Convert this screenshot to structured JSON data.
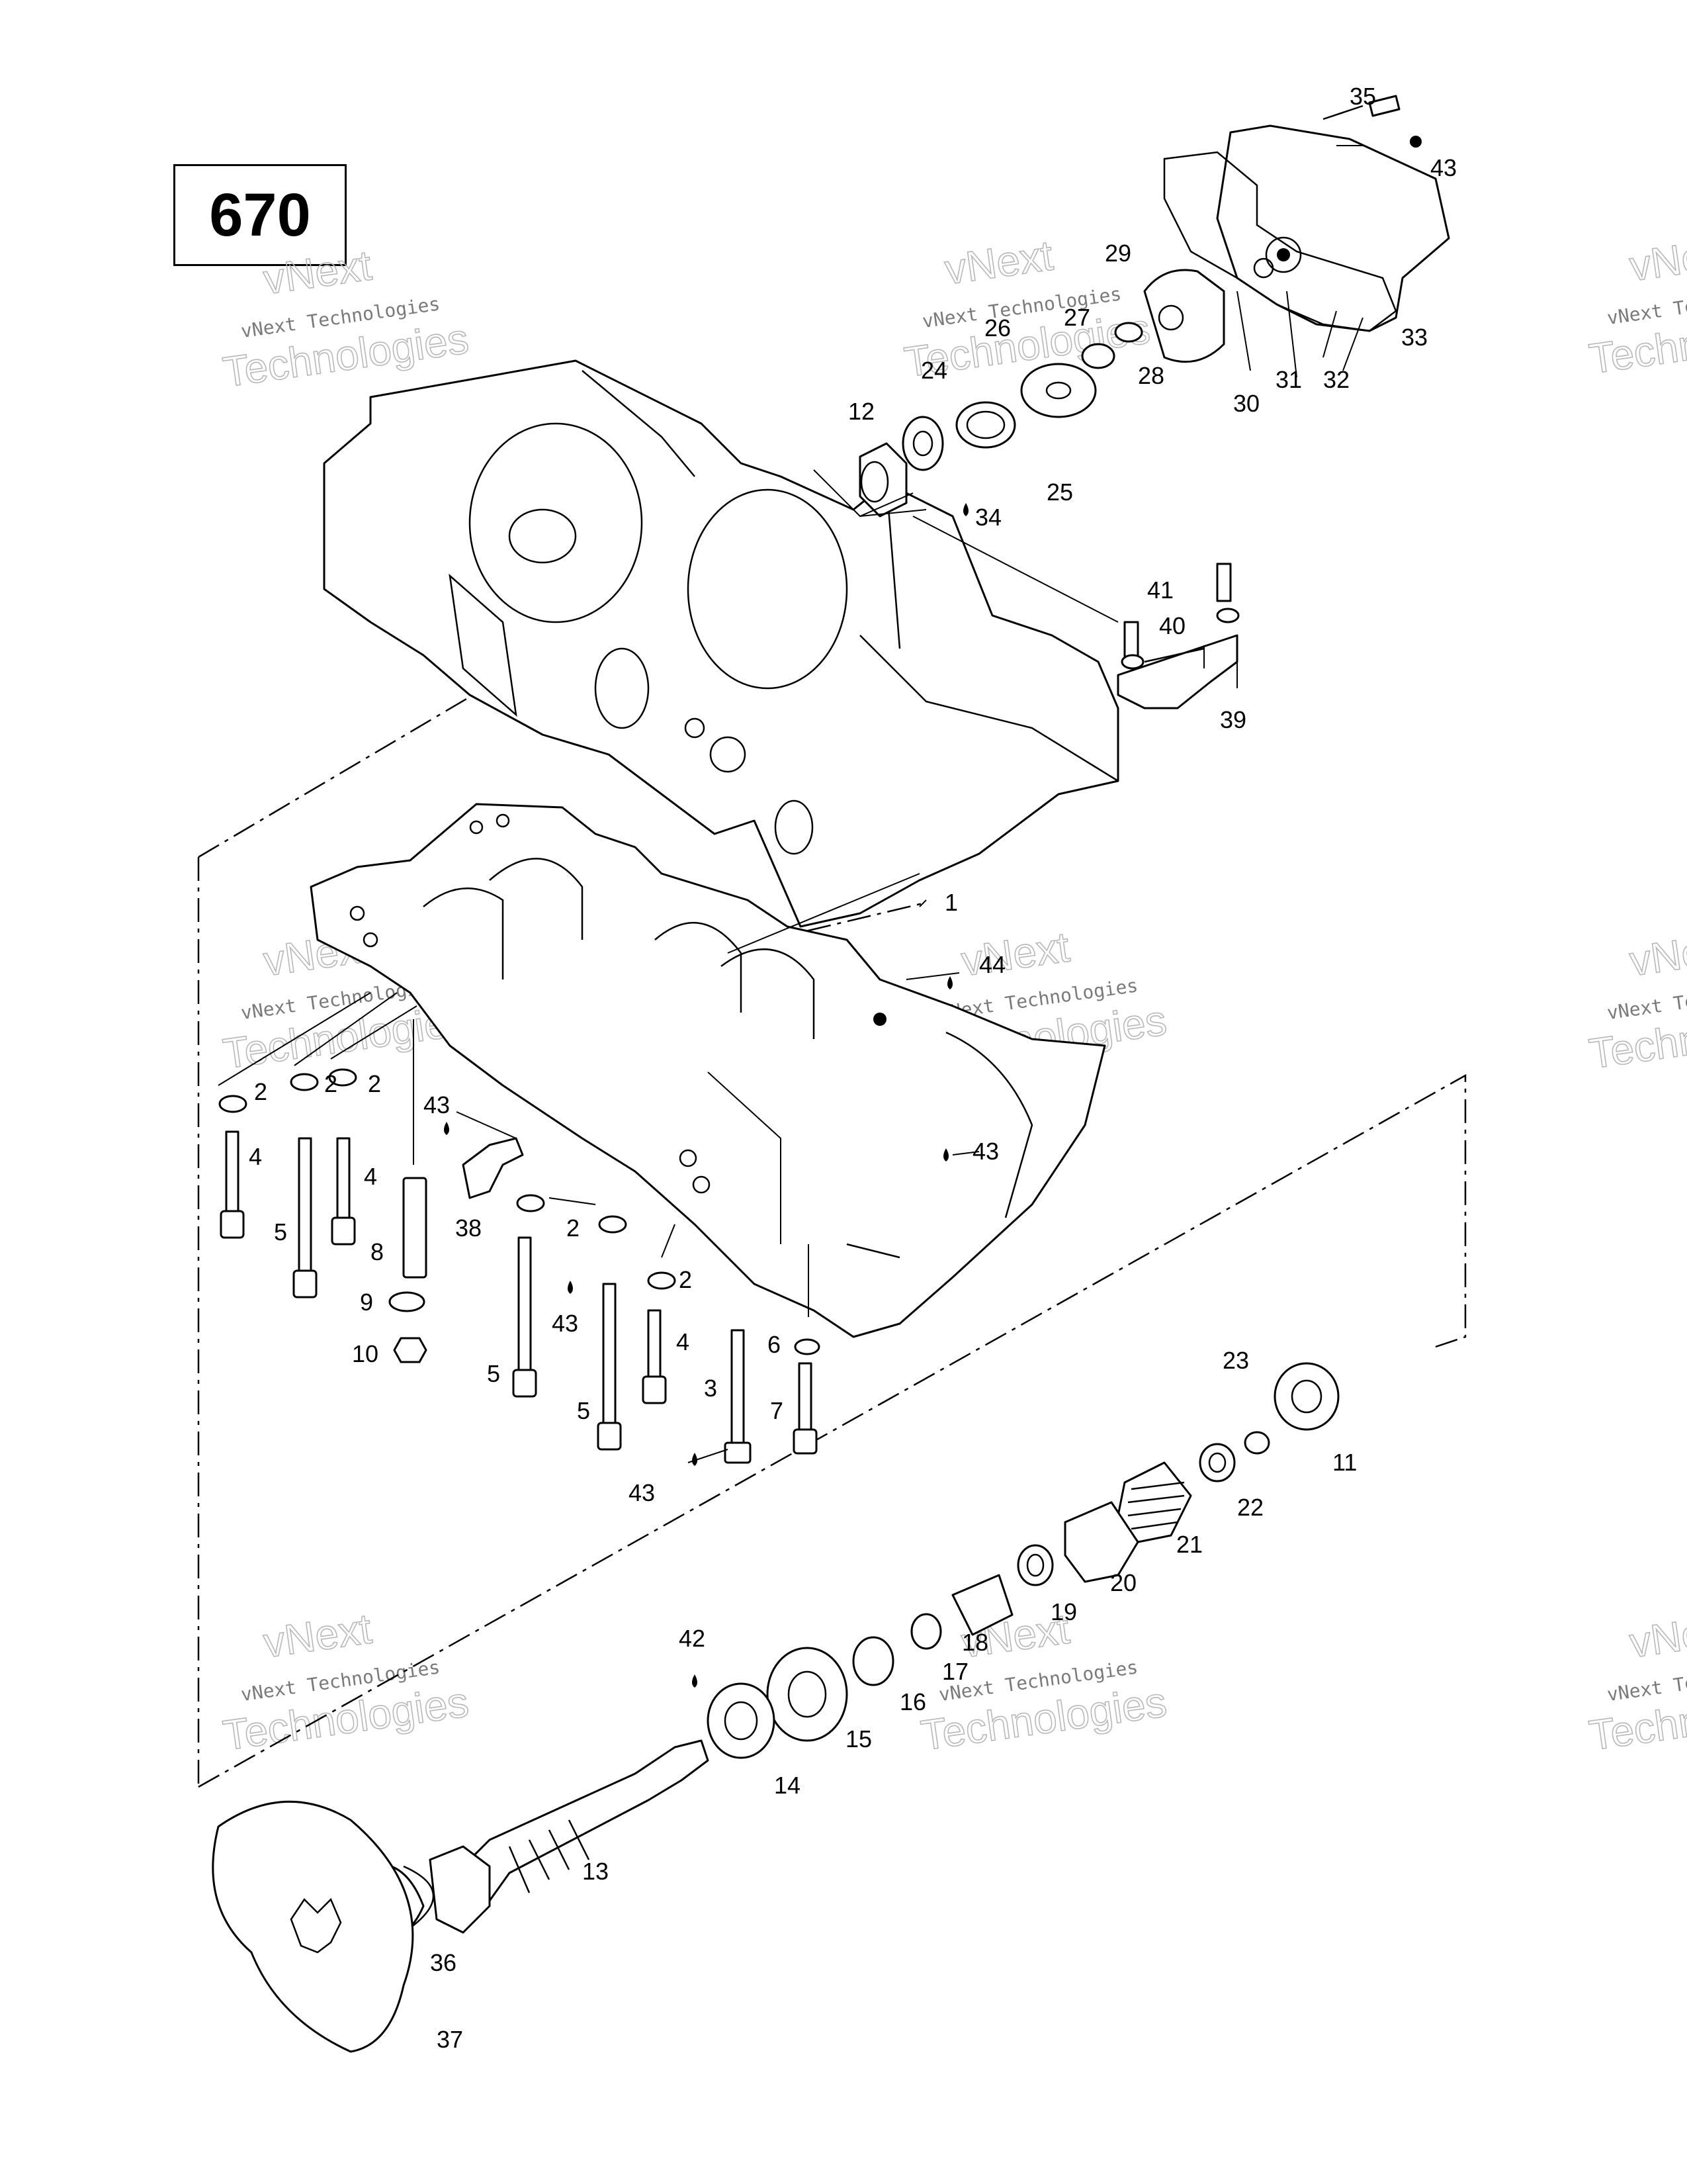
{
  "model_label": "670",
  "watermark": {
    "line1": "vNext",
    "line2": "vNext Technologies",
    "line3": "Technologies"
  },
  "callouts": [
    {
      "id": "c35a",
      "text": "35"
    },
    {
      "id": "c43a",
      "text": "43"
    },
    {
      "id": "c29",
      "text": "29"
    },
    {
      "id": "c27",
      "text": "27"
    },
    {
      "id": "c26",
      "text": "26"
    },
    {
      "id": "c24",
      "text": "24"
    },
    {
      "id": "c28",
      "text": "28"
    },
    {
      "id": "c33",
      "text": "33"
    },
    {
      "id": "c30",
      "text": "30"
    },
    {
      "id": "c31",
      "text": "31"
    },
    {
      "id": "c32",
      "text": "32"
    },
    {
      "id": "c12",
      "text": "12"
    },
    {
      "id": "c25",
      "text": "25"
    },
    {
      "id": "c34",
      "text": "34"
    },
    {
      "id": "c41",
      "text": "41"
    },
    {
      "id": "c40",
      "text": "40"
    },
    {
      "id": "c39",
      "text": "39"
    },
    {
      "id": "c1",
      "text": "1"
    },
    {
      "id": "c44",
      "text": "44"
    },
    {
      "id": "c2a",
      "text": "2"
    },
    {
      "id": "c2b",
      "text": "2"
    },
    {
      "id": "c2c",
      "text": "2"
    },
    {
      "id": "c4a",
      "text": "4"
    },
    {
      "id": "c4b",
      "text": "4"
    },
    {
      "id": "c43b",
      "text": "43"
    },
    {
      "id": "c43c",
      "text": "43"
    },
    {
      "id": "c5a",
      "text": "5"
    },
    {
      "id": "c8",
      "text": "8"
    },
    {
      "id": "c38",
      "text": "38"
    },
    {
      "id": "c2d",
      "text": "2"
    },
    {
      "id": "c2e",
      "text": "2"
    },
    {
      "id": "c9",
      "text": "9"
    },
    {
      "id": "c43d",
      "text": "43"
    },
    {
      "id": "c10",
      "text": "10"
    },
    {
      "id": "c4c",
      "text": "4"
    },
    {
      "id": "c6",
      "text": "6"
    },
    {
      "id": "c5b",
      "text": "5"
    },
    {
      "id": "c3",
      "text": "3"
    },
    {
      "id": "c5c",
      "text": "5"
    },
    {
      "id": "c7",
      "text": "7"
    },
    {
      "id": "c43e",
      "text": "43"
    },
    {
      "id": "c23",
      "text": "23"
    },
    {
      "id": "c11",
      "text": "11"
    },
    {
      "id": "c22",
      "text": "22"
    },
    {
      "id": "c21",
      "text": "21"
    },
    {
      "id": "c20",
      "text": "20"
    },
    {
      "id": "c19",
      "text": "19"
    },
    {
      "id": "c18",
      "text": "18"
    },
    {
      "id": "c17",
      "text": "17"
    },
    {
      "id": "c42",
      "text": "42"
    },
    {
      "id": "c16",
      "text": "16"
    },
    {
      "id": "c15",
      "text": "15"
    },
    {
      "id": "c14",
      "text": "14"
    },
    {
      "id": "c13",
      "text": "13"
    },
    {
      "id": "c36",
      "text": "36"
    },
    {
      "id": "c37",
      "text": "37"
    }
  ]
}
